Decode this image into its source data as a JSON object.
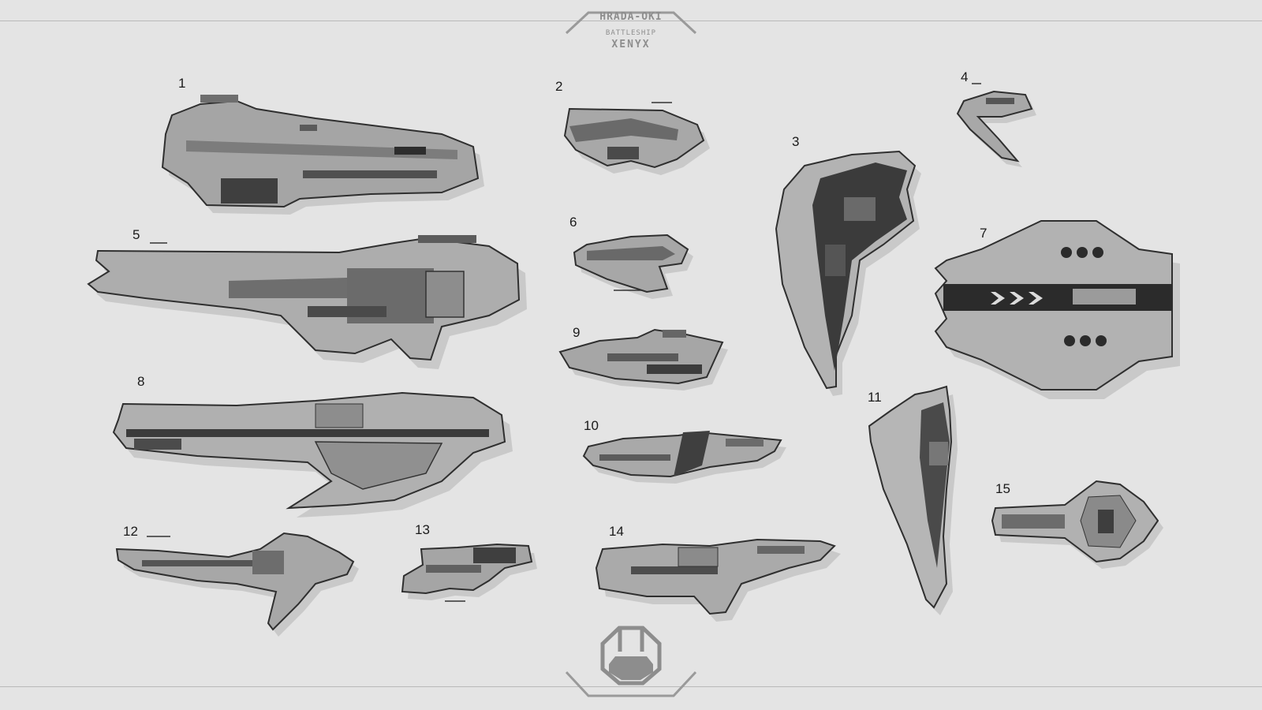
{
  "header": {
    "maker": "HRADA-OKI",
    "ship_class": "BATTLESHIP",
    "ship_name": "XENYX"
  },
  "ships": [
    {
      "label": "1"
    },
    {
      "label": "2"
    },
    {
      "label": "3"
    },
    {
      "label": "4"
    },
    {
      "label": "5"
    },
    {
      "label": "6"
    },
    {
      "label": "7"
    },
    {
      "label": "8"
    },
    {
      "label": "9"
    },
    {
      "label": "10"
    },
    {
      "label": "11"
    },
    {
      "label": "12"
    },
    {
      "label": "13"
    },
    {
      "label": "14"
    },
    {
      "label": "15"
    }
  ],
  "colors": {
    "background": "#e4e4e4",
    "hull_light": "#bdbdbd",
    "hull_mid": "#8f8f8f",
    "hull_dark": "#3a3a3a",
    "shadow": "#c8c8c8"
  }
}
